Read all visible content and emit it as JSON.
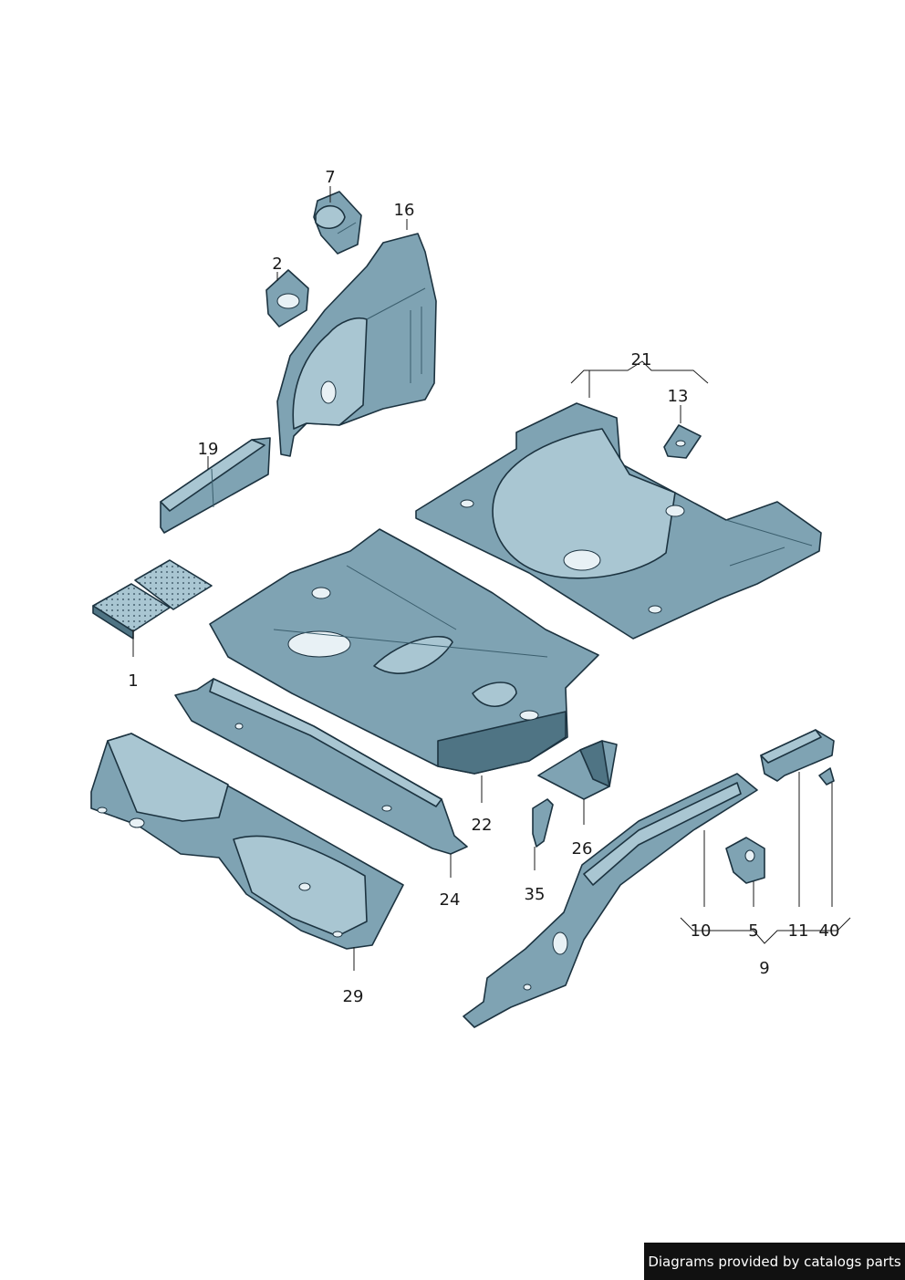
{
  "callouts": {
    "c1": "1",
    "c2": "2",
    "c5": "5",
    "c7": "7",
    "c9": "9",
    "c10": "10",
    "c11": "11",
    "c13": "13",
    "c16": "16",
    "c19": "19",
    "c21": "21",
    "c22": "22",
    "c24": "24",
    "c26": "26",
    "c29": "29",
    "c35": "35",
    "c40": "40"
  },
  "footer": {
    "text": "Diagrams provided by catalogs parts"
  },
  "colors": {
    "steel": "#7fa3b3",
    "steel_light": "#a9c6d2",
    "steel_dark": "#4f7484",
    "outline": "#1c3340",
    "footer_bg": "#111111"
  }
}
